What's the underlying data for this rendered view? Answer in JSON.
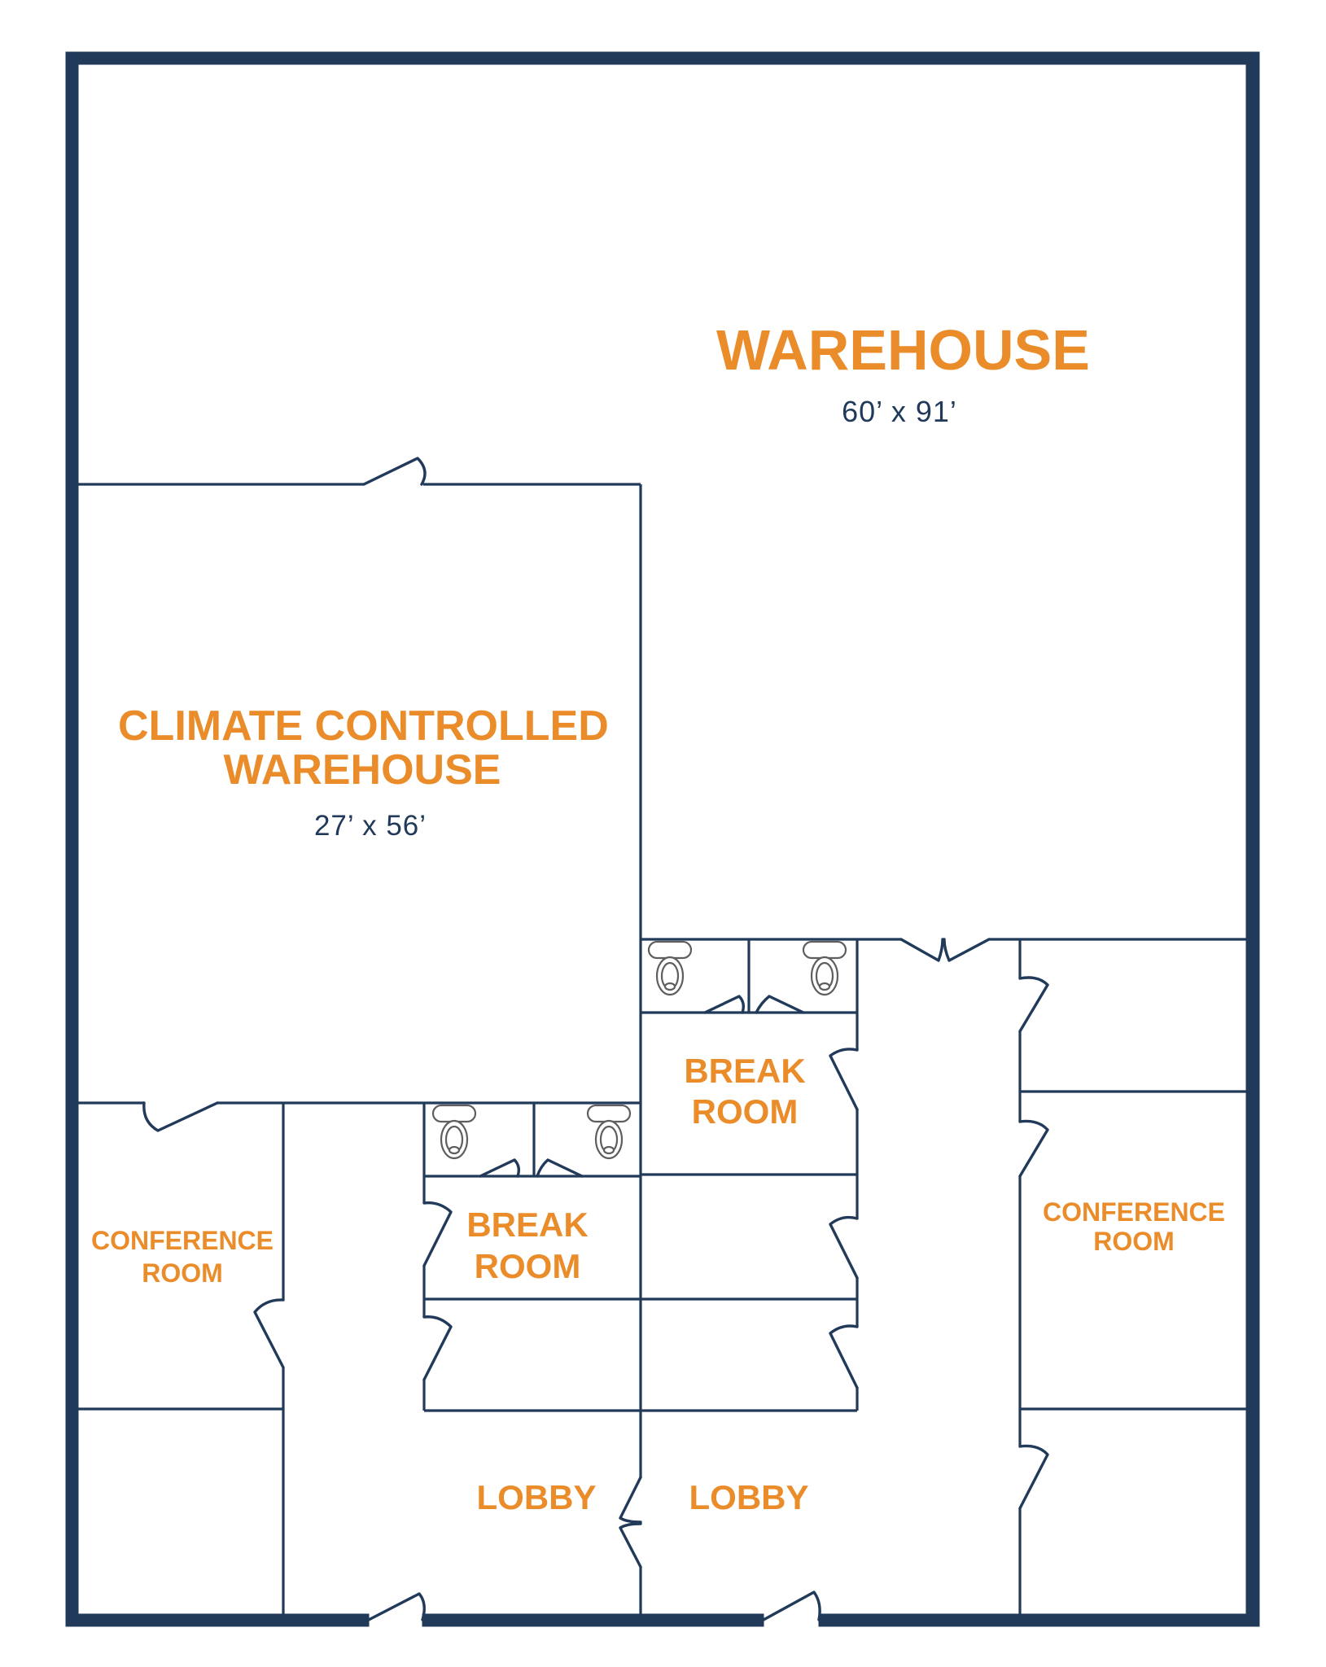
{
  "floor_plan": {
    "colors": {
      "wall": "#223a5a",
      "label": "#ea8c2a",
      "dimension": "#223a5a",
      "fixture": "#5e5e5e",
      "background": "#ffffff"
    },
    "rooms": {
      "warehouse": {
        "name": "WAREHOUSE",
        "dimensions": "60’ x 91’"
      },
      "climate_controlled": {
        "name_line1": "CLIMATE CONTROLLED",
        "name_line2": "WAREHOUSE",
        "dimensions": "27’ x 56’"
      },
      "break_room_upper": {
        "line1": "BREAK",
        "line2": "ROOM"
      },
      "break_room_lower": {
        "line1": "BREAK",
        "line2": "ROOM"
      },
      "conference_left": {
        "line1": "CONFERENCE",
        "line2": "ROOM"
      },
      "conference_right": {
        "line1": "CONFERENCE",
        "line2": "ROOM"
      },
      "lobby_left": {
        "name": "LOBBY"
      },
      "lobby_right": {
        "name": "LOBBY"
      }
    },
    "fixtures": {
      "toilets": 4
    }
  }
}
